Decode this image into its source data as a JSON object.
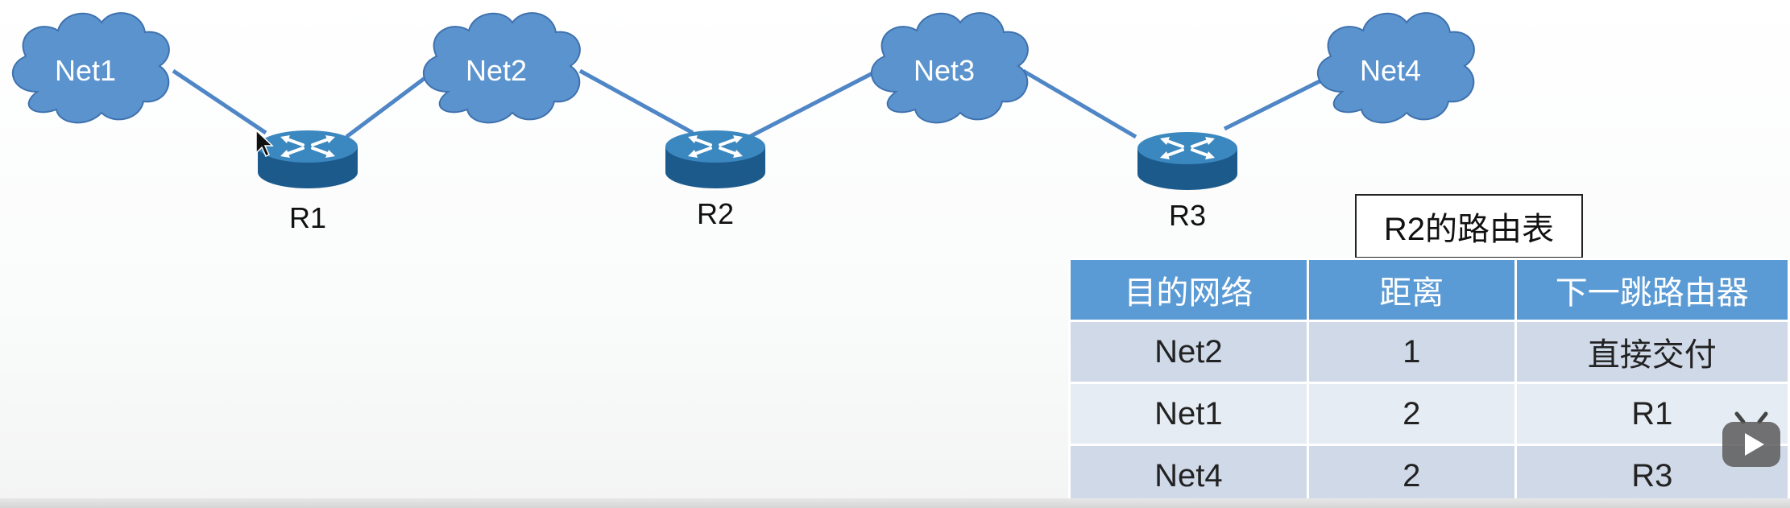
{
  "networks": [
    "Net1",
    "Net2",
    "Net3",
    "Net4"
  ],
  "routers": [
    "R1",
    "R2",
    "R3"
  ],
  "routing_table": {
    "caption": "R2的路由表",
    "headers": [
      "目的网络",
      "距离",
      "下一跳路由器"
    ],
    "rows": [
      {
        "dest": "Net2",
        "distance": "1",
        "next_hop": "直接交付"
      },
      {
        "dest": "Net1",
        "distance": "2",
        "next_hop": "R1"
      },
      {
        "dest": "Net4",
        "distance": "2",
        "next_hop": "R3"
      }
    ]
  },
  "colors": {
    "cloud": "#5b93cf",
    "cloud_stroke": "#3f72ad",
    "link": "#4f86c6",
    "router_top": "#3b87bf",
    "router_side": "#1c5a8c",
    "table_header": "#5b9bd5"
  },
  "icons": {
    "router": "router-icon",
    "cloud": "cloud-icon",
    "cursor": "mouse-cursor-icon",
    "video": "video-player-icon"
  }
}
